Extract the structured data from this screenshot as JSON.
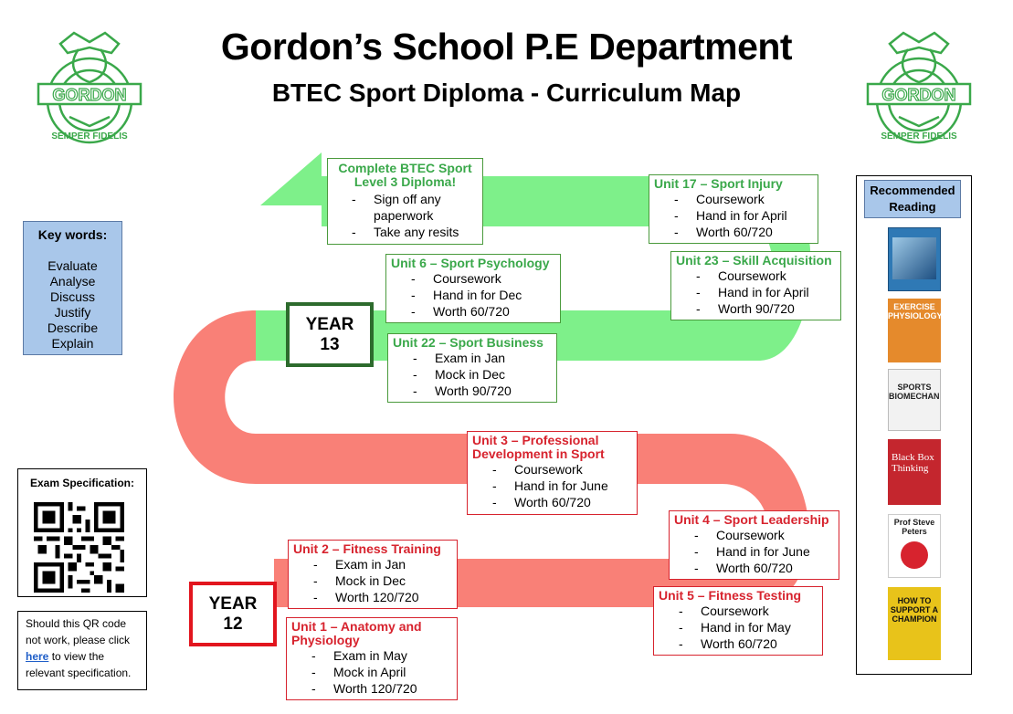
{
  "header": {
    "title": "Gordon’s School P.E Department",
    "subtitle": "BTEC Sport Diploma - Curriculum Map"
  },
  "logo": {
    "top_text": "GORDON",
    "bottom_text": "SEMPER FIDELIS",
    "color": "#3aa84a"
  },
  "colors": {
    "green_path": "#7ef08a",
    "red_path": "#f98077",
    "green_text": "#3aa84a",
    "red_text": "#d7232e",
    "keyword_bg": "#a9c7ea"
  },
  "keywords": {
    "heading": "Key words:",
    "items": [
      "Evaluate",
      "Analyse",
      "Discuss",
      "Justify",
      "Describe",
      "Explain"
    ]
  },
  "exam_spec": {
    "heading": "Exam Specification:"
  },
  "qr_note": {
    "before": "Should this QR code not work, please click ",
    "link": "here",
    "after": " to view the relevant specification."
  },
  "years": {
    "y13_line1": "YEAR",
    "y13_line2": "13",
    "y12_line1": "YEAR",
    "y12_line2": "12"
  },
  "units": {
    "complete": {
      "title": "Complete BTEC Sport Level 3 Diploma!",
      "items": [
        "Sign off any paperwork",
        "Take any resits"
      ]
    },
    "u17": {
      "title": "Unit 17 – Sport Injury",
      "items": [
        "Coursework",
        "Hand in for April",
        "Worth 60/720"
      ]
    },
    "u6": {
      "title": "Unit 6 – Sport Psychology",
      "items": [
        "Coursework",
        "Hand in for Dec",
        "Worth 60/720"
      ]
    },
    "u23": {
      "title": "Unit 23 – Skill Acquisition",
      "items": [
        "Coursework",
        "Hand in for April",
        "Worth 90/720"
      ]
    },
    "u22": {
      "title": "Unit 22 – Sport Business",
      "items": [
        "Exam in Jan",
        "Mock in Dec",
        "Worth 90/720"
      ]
    },
    "u3": {
      "title": "Unit 3 – Professional Development in Sport",
      "items": [
        "Coursework",
        "Hand in for June",
        "Worth 60/720"
      ]
    },
    "u4": {
      "title": "Unit 4 – Sport Leadership",
      "items": [
        "Coursework",
        "Hand in for June",
        "Worth 60/720"
      ]
    },
    "u2": {
      "title": "Unit 2 – Fitness Training",
      "items": [
        "Exam in Jan",
        "Mock in Dec",
        "Worth 120/720"
      ]
    },
    "u5": {
      "title": "Unit 5 – Fitness Testing",
      "items": [
        "Coursework",
        "Hand in for May",
        "Worth 60/720"
      ]
    },
    "u1": {
      "title": "Unit 1 – Anatomy and Physiology",
      "items": [
        "Exam in May",
        "Mock in April",
        "Worth 120/720"
      ]
    }
  },
  "reading": {
    "heading": "Recommended Reading",
    "books": [
      {
        "cover_text": "",
        "bg": "#2f79b5"
      },
      {
        "cover_text": "EXERCISE PHYSIOLOGY",
        "bg": "#e58a2c"
      },
      {
        "cover_text": "SPORTS BIOMECHANICS",
        "bg": "#f2f2f2"
      },
      {
        "cover_text": "Black Box Thinking",
        "bg": "#c4262e"
      },
      {
        "cover_text": "Prof Steve Peters",
        "bg": "#ffffff"
      },
      {
        "cover_text": "HOW TO SUPPORT A CHAMPION",
        "bg": "#e8c31a"
      }
    ]
  }
}
